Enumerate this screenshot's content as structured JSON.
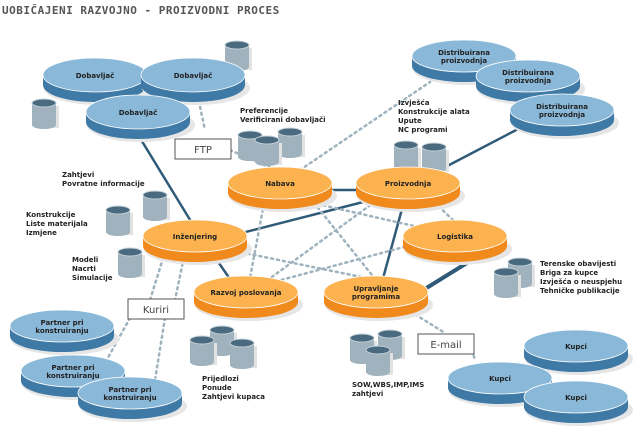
{
  "title": "UOBIČAJENI RAZVOJNO - PROIZVODNI PROCES",
  "colors": {
    "orange_top": "#fbb24f",
    "orange_side": "#f08a1c",
    "blue_top": "#8ab8d8",
    "blue_side": "#3f7aa6",
    "db_body": "#9fb2bd",
    "db_top": "#4a6a80",
    "solid_line": "#2f5a78",
    "dotted_line": "#9fb3bf"
  },
  "core_nodes": [
    {
      "id": "nabava",
      "label": "Nabava"
    },
    {
      "id": "proizvodnja",
      "label": "Proizvodnja"
    },
    {
      "id": "inzenjering",
      "label": "Inženjering"
    },
    {
      "id": "logistika",
      "label": "Logistika"
    },
    {
      "id": "razvoj",
      "label": "Razvoj poslovanja"
    },
    {
      "id": "upravljanje",
      "label": "Upravljanje programima"
    }
  ],
  "external_groups": {
    "dobavljaci": [
      "Dobavljač",
      "Dobavljač",
      "Dobavljač"
    ],
    "distribuirana": [
      "Distribuirana proizvodnja",
      "Distribuirana proizvodnja",
      "Distribuirana proizvodnja"
    ],
    "partneri": [
      "Partner pri konstruiranju",
      "Partner pri konstruiranju",
      "Partner pri konstruiranju"
    ],
    "kupci": [
      "Kupci",
      "Kupci",
      "Kupci"
    ]
  },
  "channels": {
    "ftp": "FTP",
    "kuriri": "Kuriri",
    "email": "E-mail"
  },
  "annotations": {
    "preferencije": [
      "Preferencije",
      "Verificirani dobavljači"
    ],
    "izvjesca": [
      "Izvješća",
      "Konstrukcije alata",
      "Upute",
      "NC programi"
    ],
    "zahtjevi": [
      "Zahtjevi",
      "Povratne informacije"
    ],
    "konstrukcije": [
      "Konstrukcije",
      "Liste materijala",
      "Izmjene"
    ],
    "modeli": [
      "Modeli",
      "Nacrti",
      "Simulacije"
    ],
    "terenske": [
      "Terenske obavijesti",
      "Briga za kupce",
      "Izvješća o neuspjehu",
      "Tehničke publikacije"
    ],
    "prijedlozi": [
      "Prijedlozi",
      "Ponude",
      "Zahtjevi kupaca"
    ],
    "sow": [
      "SOW,WBS,IMP,IMS",
      "zahtjevi"
    ]
  }
}
